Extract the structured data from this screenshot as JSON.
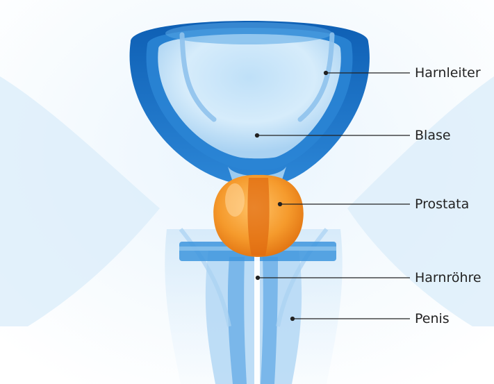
{
  "figure": {
    "labels": [
      {
        "id": "ureter",
        "text": "Harnleiter"
      },
      {
        "id": "bladder",
        "text": "Blase"
      },
      {
        "id": "prostate",
        "text": "Prostata"
      },
      {
        "id": "urethra",
        "text": "Harnröhre"
      },
      {
        "id": "penis",
        "text": "Penis"
      }
    ]
  },
  "colors": {
    "background": "#ffffff",
    "tissue_light": "#d9ecfa",
    "bladder_wall": "#1d6fc2",
    "bladder_inner": "#cfe7f9",
    "prostate": "#f08a1e",
    "prostate_highlight": "#ffd08a",
    "label_text": "#222222",
    "leader_line": "#222222"
  }
}
